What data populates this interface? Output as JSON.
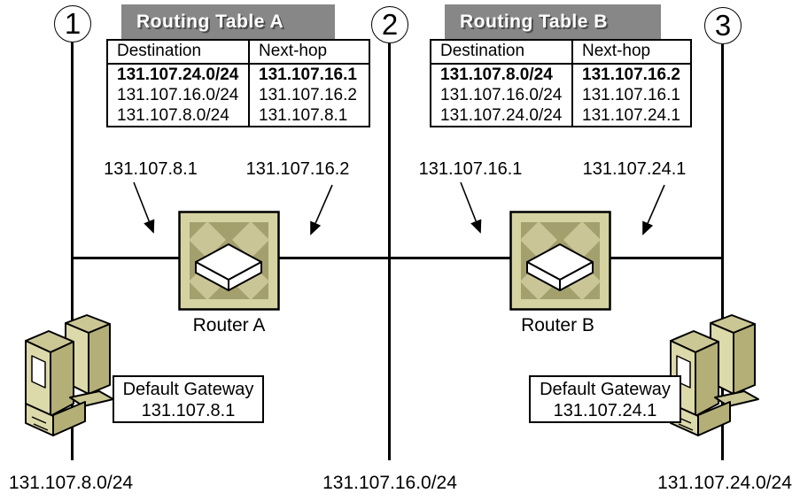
{
  "segments": {
    "markers": [
      "1",
      "2",
      "3"
    ],
    "labels": [
      "131.107.8.0/24",
      "131.107.16.0/24",
      "131.107.24.0/24"
    ]
  },
  "routing_table_a": {
    "title": "Routing Table A",
    "col_destination": "Destination",
    "col_next_hop": "Next-hop",
    "rows": [
      {
        "destination": "131.107.24.0/24",
        "next_hop": "131.107.16.1"
      },
      {
        "destination": "131.107.16.0/24",
        "next_hop": "131.107.16.2"
      },
      {
        "destination": "131.107.8.0/24",
        "next_hop": "131.107.8.1"
      }
    ]
  },
  "routing_table_b": {
    "title": "Routing Table B",
    "col_destination": "Destination",
    "col_next_hop": "Next-hop",
    "rows": [
      {
        "destination": "131.107.8.0/24",
        "next_hop": "131.107.16.2"
      },
      {
        "destination": "131.107.16.0/24",
        "next_hop": "131.107.16.1"
      },
      {
        "destination": "131.107.24.0/24",
        "next_hop": "131.107.24.1"
      }
    ]
  },
  "router_a": {
    "label": "Router A",
    "interface_left_ip": "131.107.8.1",
    "interface_right_ip": "131.107.16.2"
  },
  "router_b": {
    "label": "Router B",
    "interface_left_ip": "131.107.16.1",
    "interface_right_ip": "131.107.24.1"
  },
  "gateway_a": {
    "title": "Default Gateway",
    "ip": "131.107.8.1"
  },
  "gateway_b": {
    "title": "Default Gateway",
    "ip": "131.107.24.1"
  },
  "colors": {
    "title_bar_bg": "#878787",
    "title_bar_text": "#ffffff",
    "router_body": "#d6d3a2",
    "router_inner": "#a3a06e",
    "router_arrow": "#c9c596",
    "computer_light": "#dcd9ab",
    "computer_mid": "#cbc795",
    "computer_dark": "#b3af76",
    "line": "#000000"
  }
}
